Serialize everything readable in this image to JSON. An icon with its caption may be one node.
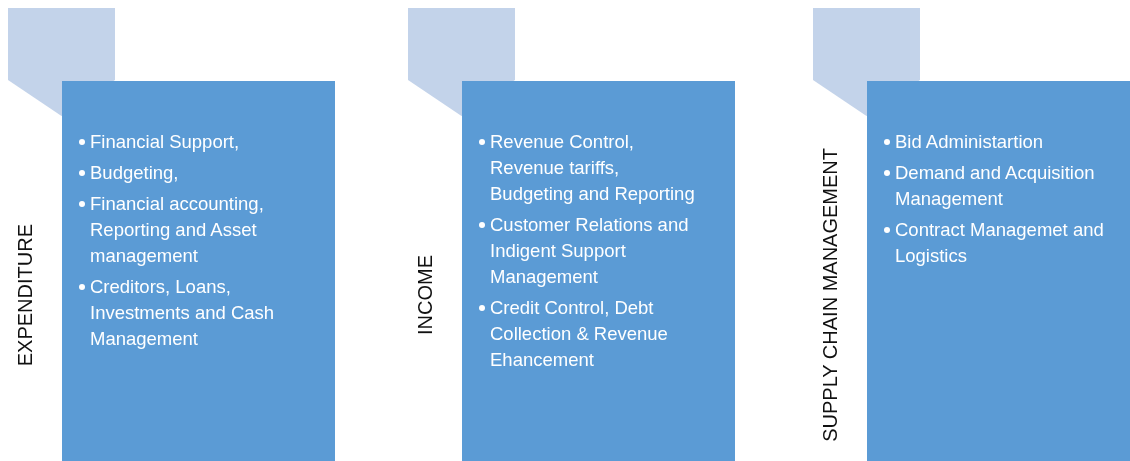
{
  "diagram": {
    "nodes": [
      {
        "text": [],
        "shape": "chevron"
      },
      {
        "text": [
          "Financial Support,",
          "Budgeting,",
          "Financial accounting, Reporting and Asset management",
          "Creditors, Loans, Investments and Cash Management"
        ],
        "beside": [
          "EXPENDITURE"
        ]
      },
      {
        "text": [],
        "shape": "chevron"
      },
      {
        "text": [
          "Revenue Control, Revenue tariffs, Budgeting and Reporting",
          "Customer Relations and Indigent Support Management",
          "Credit Control, Debt Collection & Revenue Ehancement"
        ],
        "beside": [
          "INCOME"
        ]
      },
      {
        "text": [],
        "shape": "chevron"
      },
      {
        "text": [
          "Bid Administartion",
          "Demand and Acquisition Management",
          "Contract Managemet and Logistics"
        ],
        "beside": [
          "SUPPLY CHAIN MANAGEMENT"
        ]
      }
    ]
  }
}
